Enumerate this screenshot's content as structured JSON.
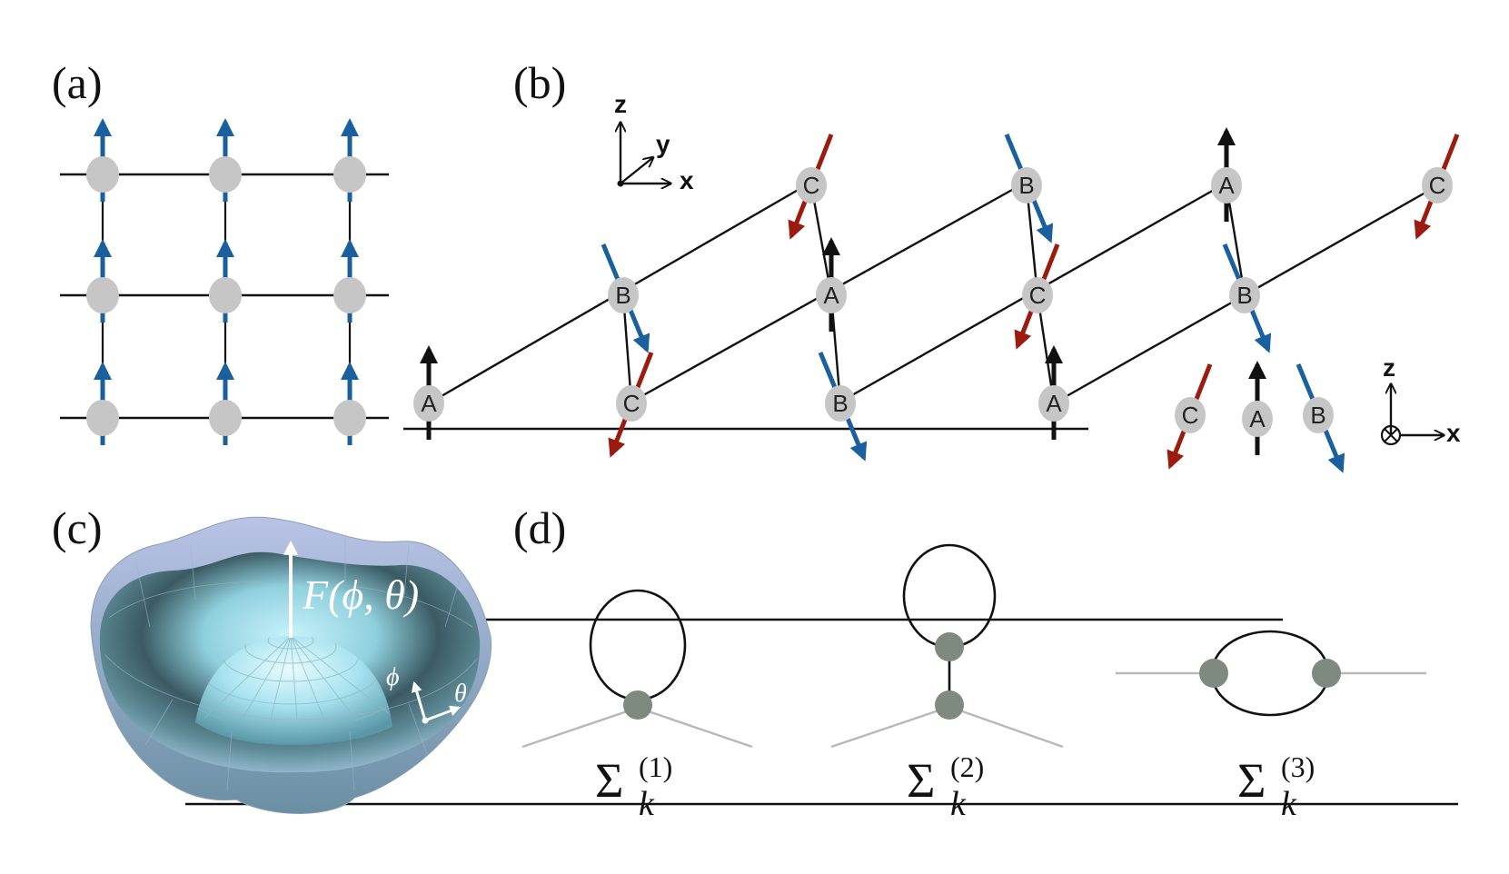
{
  "panels": {
    "a": {
      "label": "(a)"
    },
    "b": {
      "label": "(b)",
      "sites": {
        "A": "A",
        "B": "B",
        "C": "C"
      },
      "axes_top": {
        "z": "z",
        "y": "y",
        "x": "x"
      },
      "axes_right": {
        "z": "z",
        "x": "x"
      }
    },
    "c": {
      "label": "(c)",
      "free_energy": "F(ϕ, θ)",
      "phi": "ϕ",
      "theta": "θ"
    },
    "d": {
      "label": "(d)",
      "sigma_symbol": "Σ",
      "subscript": "k",
      "diagrams": [
        {
          "superscript": "(1)"
        },
        {
          "superscript": "(2)"
        },
        {
          "superscript": "(3)"
        }
      ]
    }
  },
  "colors": {
    "spin_A": "#111111",
    "spin_B": "#1a5f9e",
    "spin_C": "#9b1c0e",
    "site": "#c6c6c6",
    "vertex": "#7e8a80",
    "leg": "#b8b8b8",
    "surface_light": "#b9ecf6",
    "surface_dark": "#27373d"
  },
  "icons": [
    "spin-up-arrow-icon",
    "spin-tilted-arrow-icon",
    "into-page-axis-icon"
  ]
}
